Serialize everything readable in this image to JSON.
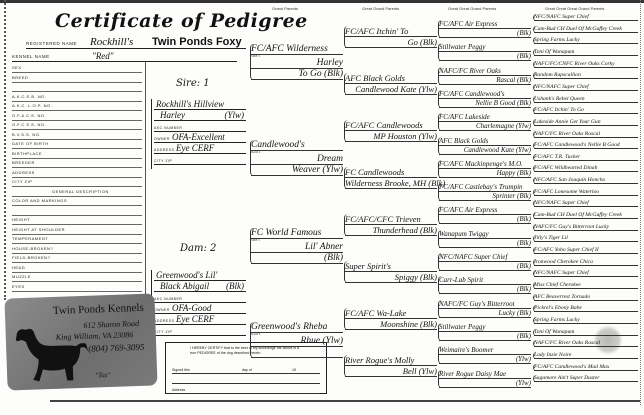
{
  "document": {
    "title": "Certificate of Pedigree",
    "column_headers": [
      "Grand Parents",
      "Great Grand Parents",
      "Great Great Grand Parents",
      "Great Great Great Grand Parents"
    ],
    "registered_name_label": "REGISTERED NAME",
    "registered_name_prefix": "Rockhill's",
    "registered_name": "Twin Ponds Foxy",
    "kennel_name_label": "KENNEL NAME",
    "kennel_name": "\"Red\"",
    "fields": [
      "SEX",
      "BREED",
      "",
      "A.K.C.S.B. No.",
      "A.K.C. L.O.P. No.",
      "O.F.A.C.S. No.",
      "O.F.C.S.S. No.",
      "B.V.S.S. No.",
      "DATE OF BIRTH",
      "BIRTHPLACE",
      "BREEDER",
      "ADDRESS",
      "CITY              ZIP",
      "GENERAL DESCRIPTION",
      "COLOR AND MARKINGS",
      "",
      "HEIGHT",
      "HEIGHT AT SHOULDER",
      "TEMPERAMENT",
      "HOUSE-BROKEN?",
      "FIELD-BROKEN?",
      "HEAD",
      "MUZZLE",
      "EYES"
    ]
  },
  "sire": {
    "label": "Sire: 1",
    "name1": "Rockhill's Hillview",
    "name2": "Harley",
    "color": "(Ylw)",
    "akc_label": "AKC NUMBER",
    "owner_label": "OWNER",
    "owner": "OFA-Excellent",
    "address_label": "ADDRESS",
    "address": "Eye CERF",
    "city_label": "CITY               ZIP"
  },
  "dam": {
    "label": "Dam: 2",
    "name1": "Greenwood's Lil'",
    "name2": "Black Abigail",
    "color": "(Blk)",
    "akc_label": "AKC NUMBER",
    "owner_label": "OWNER",
    "owner": "OFA-Good",
    "address_label": "ADDRESS",
    "address": "Eye CERF",
    "city_label": "CITY               ZIP"
  },
  "grandparents": [
    {
      "role": "SIRE 3",
      "line1": "FC/AFC Wilderness",
      "line2": "Harley",
      "line3": "To Go (Blk)"
    },
    {
      "role": "DAM 4",
      "line1": "Candlewood's",
      "line2": "Dream",
      "line3": "Weaver (Ylw)"
    },
    {
      "role": "SIRE 5",
      "line1": "FC World Famous",
      "line2": "Lil' Abner",
      "line3": "(Blk)"
    },
    {
      "role": "DAM 6",
      "line1": "Greenwood's Rheba",
      "line2": "Rhue (Ylw)",
      "line3": ""
    }
  ],
  "great_grandparents": [
    {
      "line1": "FC/AFC Itchin' To",
      "line2": "Go (Blk)"
    },
    {
      "line1": "AFC Black Golds",
      "line2": "Candlewood Kate (Ylw)"
    },
    {
      "line1": "FC/AFC Candlewoods",
      "line2": "MP Houston (Ylw)"
    },
    {
      "line1": "FC Candlewoods",
      "line2": "Wilderness Brooke, MH (Blk)"
    },
    {
      "line1": "FC/AFC/CFC Trieven",
      "line2": "Thunderhead (Blk)"
    },
    {
      "line1": "Super Spirit's",
      "line2": "Spiggy (Blk)"
    },
    {
      "line1": "FC/AFC Wa-Lake",
      "line2": "Moonshine (Blk)"
    },
    {
      "line1": "River Rogue's Molly",
      "line2": "Bell (Ylw)"
    }
  ],
  "great_great_grandparents": [
    {
      "line1": "FC/AFC Air Express",
      "line2": "(Blk)"
    },
    {
      "line1": "Stillwater Peggy",
      "line2": "(Blk)"
    },
    {
      "line1": "NAFC/FC River Oaks",
      "line2": "Rascal (Blk)"
    },
    {
      "line1": "FC/AFC Candlewood's",
      "line2": "Nellie B Good (Blk)"
    },
    {
      "line1": "FC/AFC Lakeside",
      "line2": "Charlemagne (Ylw)"
    },
    {
      "line1": "AFC Black Golds",
      "line2": "Candlewood Kate (Ylw)"
    },
    {
      "line1": "FC/AFC Mackinpenge's M.O.",
      "line2": "Happy (Blk)"
    },
    {
      "line1": "FC/AFC Castlebay's Trumpin",
      "line2": "Sprinter (Blk)"
    },
    {
      "line1": "FC/AFC Air Express",
      "line2": "(Blk)"
    },
    {
      "line1": "Wanapum Twiggy",
      "line2": "(Blk)"
    },
    {
      "line1": "NFC/NAFC Super Chief",
      "line2": "(Blk)"
    },
    {
      "line1": "Carr-Lab Spirit",
      "line2": "(Blk)"
    },
    {
      "line1": "NAFC/FC Guy's Bitterroot",
      "line2": "Lucky (Blk)"
    },
    {
      "line1": "Stillwater Peggy",
      "line2": "(Blk)"
    },
    {
      "line1": "Weimaire's Boomer",
      "line2": "(Ylw)"
    },
    {
      "line1": "River Rogue Daisy Mae",
      "line2": "(Ylw)"
    }
  ],
  "great_great_great_grandparents": [
    "NFC/NAFC Super Chief",
    "Cam-Bud CH Duel Of McGuffey Creek",
    "Spring Farms Lucky",
    "Toni Of Wanapum",
    "NAFC/FC/CNFC River Oaks Corky",
    "Random Rapscallion",
    "NFC/NAFC Super Chief",
    "Ushank's Rebel Queen",
    "FC/AFC Itchin' To Go",
    "Lakeside Annie Get Your Gun",
    "NAFC/FC River Oaks Rascal",
    "FC/AFC Candlewood's Nellie B Good",
    "FC/AFC T.R. Tucker",
    "FC/AFC Wildhearted Dinah",
    "NFC/AFC San Joaquin Honcho",
    "FC/AFC Lonesome Waterloo",
    "NFC/NAFC Super Chief",
    "Cam-Bud CH Duel Of McGuffey Creek",
    "NAFC/FC Guy's Bitterroot Lucky",
    "Jilly's Tiger Lil",
    "FC/AFC Yoho Super Chief II",
    "Ironwood Cherokee Chica",
    "NFC/NAFC Super Chief",
    "Miss Chief Cherokee",
    "AFC Beaverrest Tornado",
    "Pickrel's Ebony Babe",
    "Spring Farms Lucky",
    "Toni Of Wanapum",
    "NAFC/FC River Oaks Rascal",
    "Lady Inzie Noire",
    "FC/AFC Candlewood's Mad Max",
    "Sagamore Ain't Super Duster"
  ],
  "sticker": {
    "name": "Twin Ponds Kennels",
    "street": "612 Sharon Road",
    "city": "King William, VA 23086",
    "phone": "(804) 769-3095",
    "dog_name": "\"Taz\""
  },
  "certification": {
    "text": "I HEREBY CERTIFY that to the best of my knowledge the above is a true PEDIGREE of the dog described herein.",
    "signed_label": "Signed this",
    "day_label": "day of",
    "year_label": "19",
    "address_label": "Address"
  }
}
